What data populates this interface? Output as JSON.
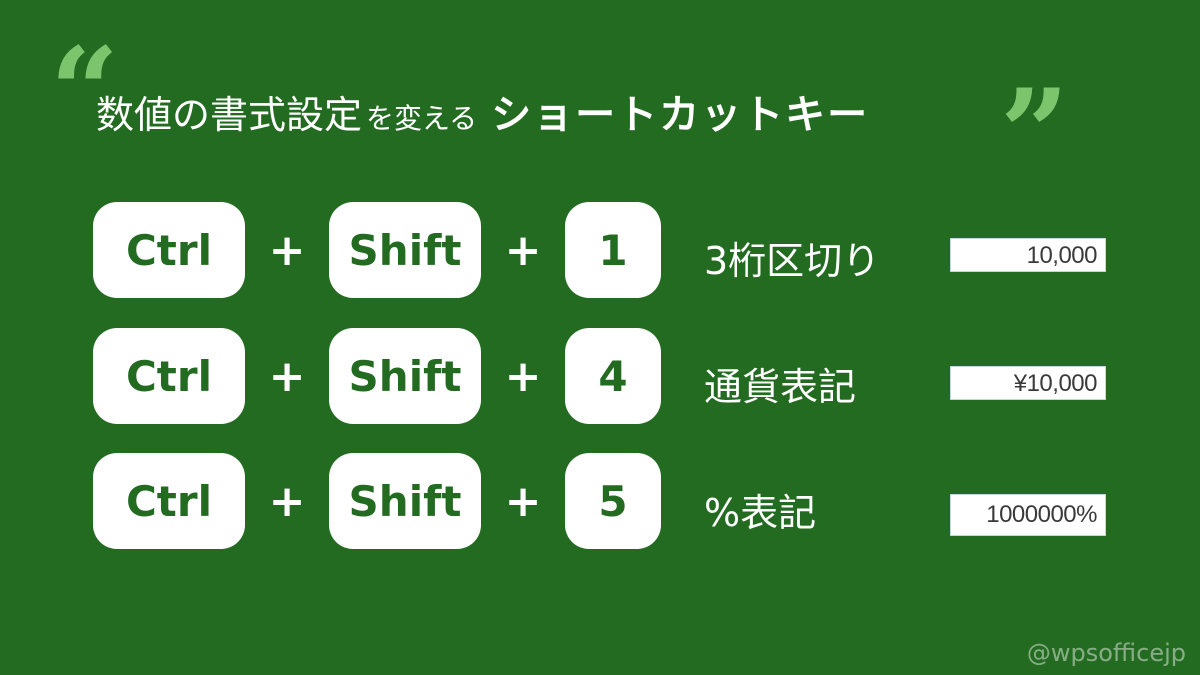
{
  "title": {
    "part1": "数値の書式設定",
    "part2": "を変える",
    "part3": "ショートカットキー",
    "open_quote": "“",
    "close_quote": "”"
  },
  "colors": {
    "background": "#246b22",
    "quote": "#7dc56c",
    "key_bg": "#ffffff",
    "key_text": "#246b22"
  },
  "shortcuts": [
    {
      "keys": [
        "Ctrl",
        "Shift",
        "1"
      ],
      "separator": "+",
      "label": "3桁区切り",
      "example": "10,000"
    },
    {
      "keys": [
        "Ctrl",
        "Shift",
        "4"
      ],
      "separator": "+",
      "label": "通貨表記",
      "example": "¥10,000"
    },
    {
      "keys": [
        "Ctrl",
        "Shift",
        "5"
      ],
      "separator": "+",
      "label": "%表記",
      "example": "1000000%"
    }
  ],
  "footer": {
    "handle": "@wpsofficejp"
  }
}
